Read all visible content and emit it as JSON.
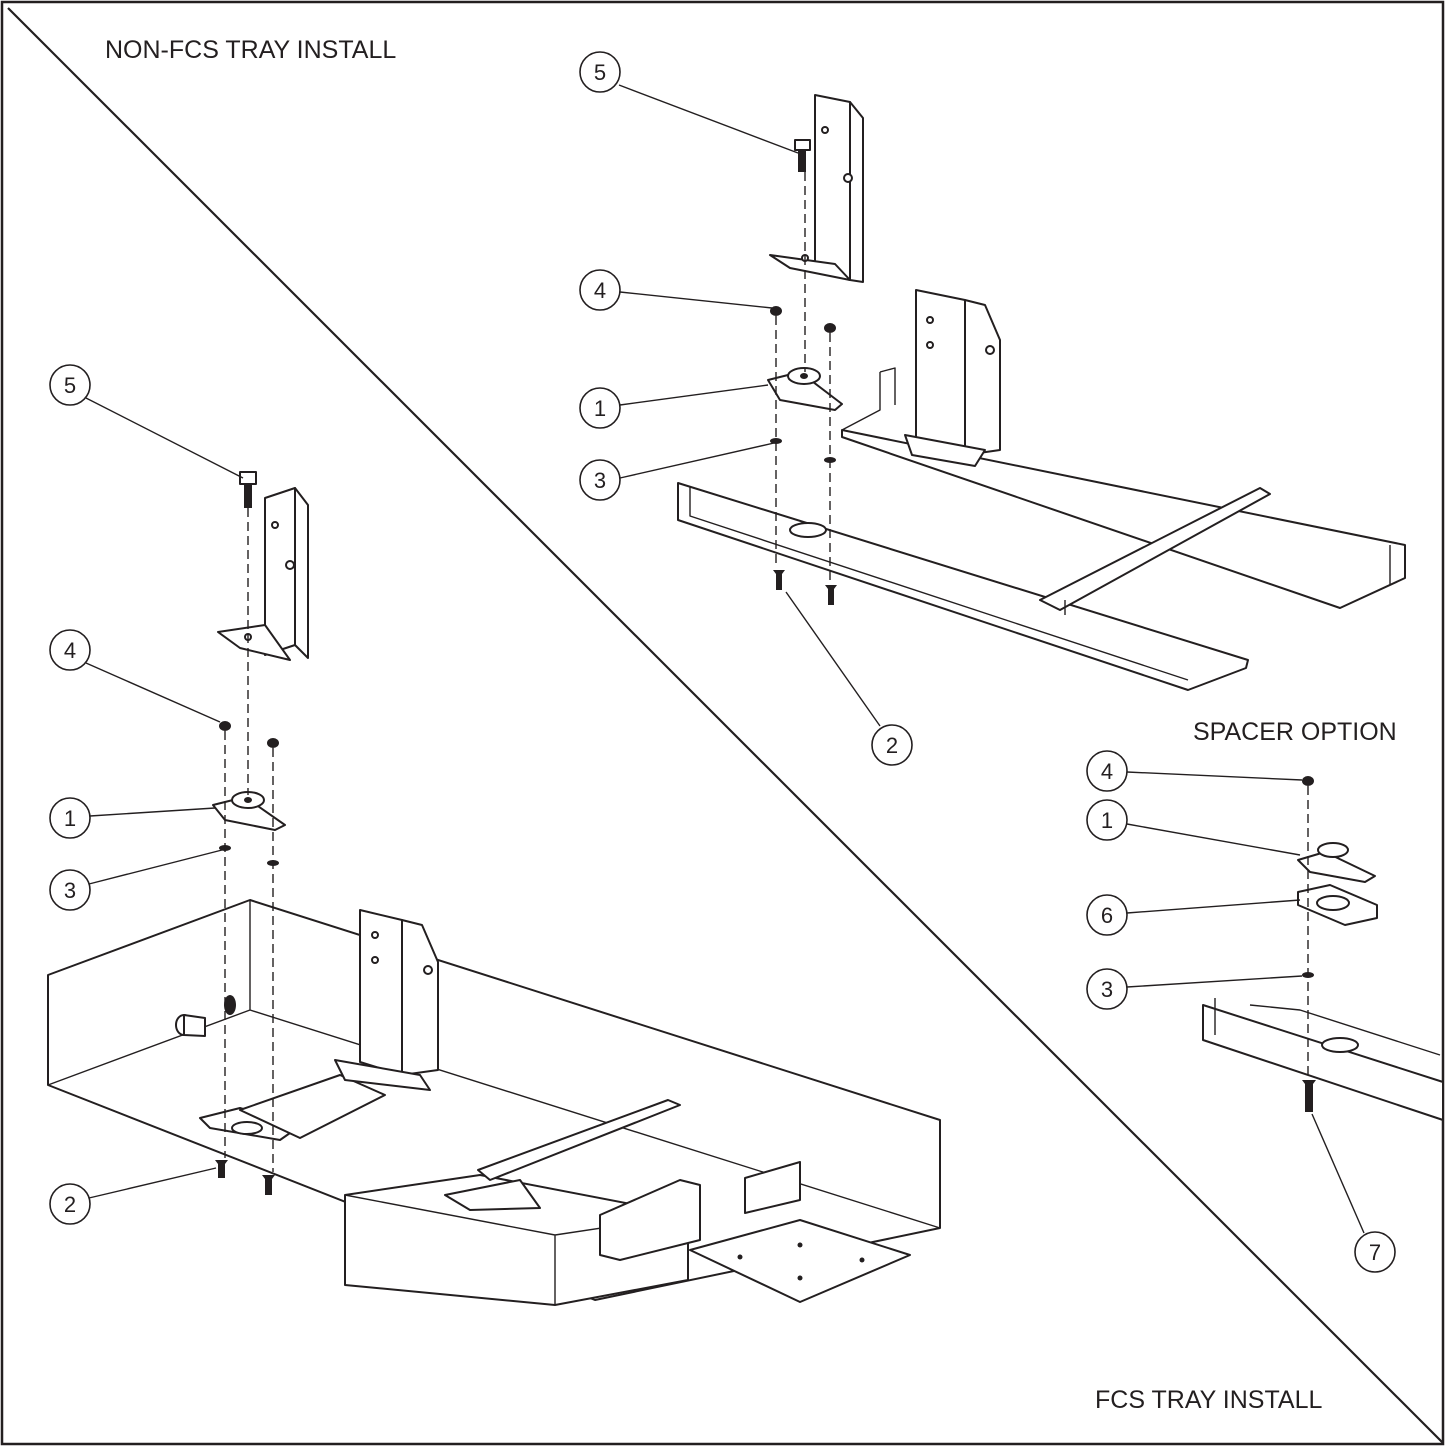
{
  "labels": {
    "non_fcs": "NON-FCS TRAY INSTALL",
    "fcs": "FCS TRAY INSTALL",
    "spacer": "SPACER OPTION"
  },
  "callouts": {
    "top": [
      "5",
      "4",
      "1",
      "3",
      "2"
    ],
    "left": [
      "5",
      "4",
      "1",
      "3",
      "2"
    ],
    "spacer": [
      "4",
      "1",
      "6",
      "3",
      "7"
    ]
  }
}
